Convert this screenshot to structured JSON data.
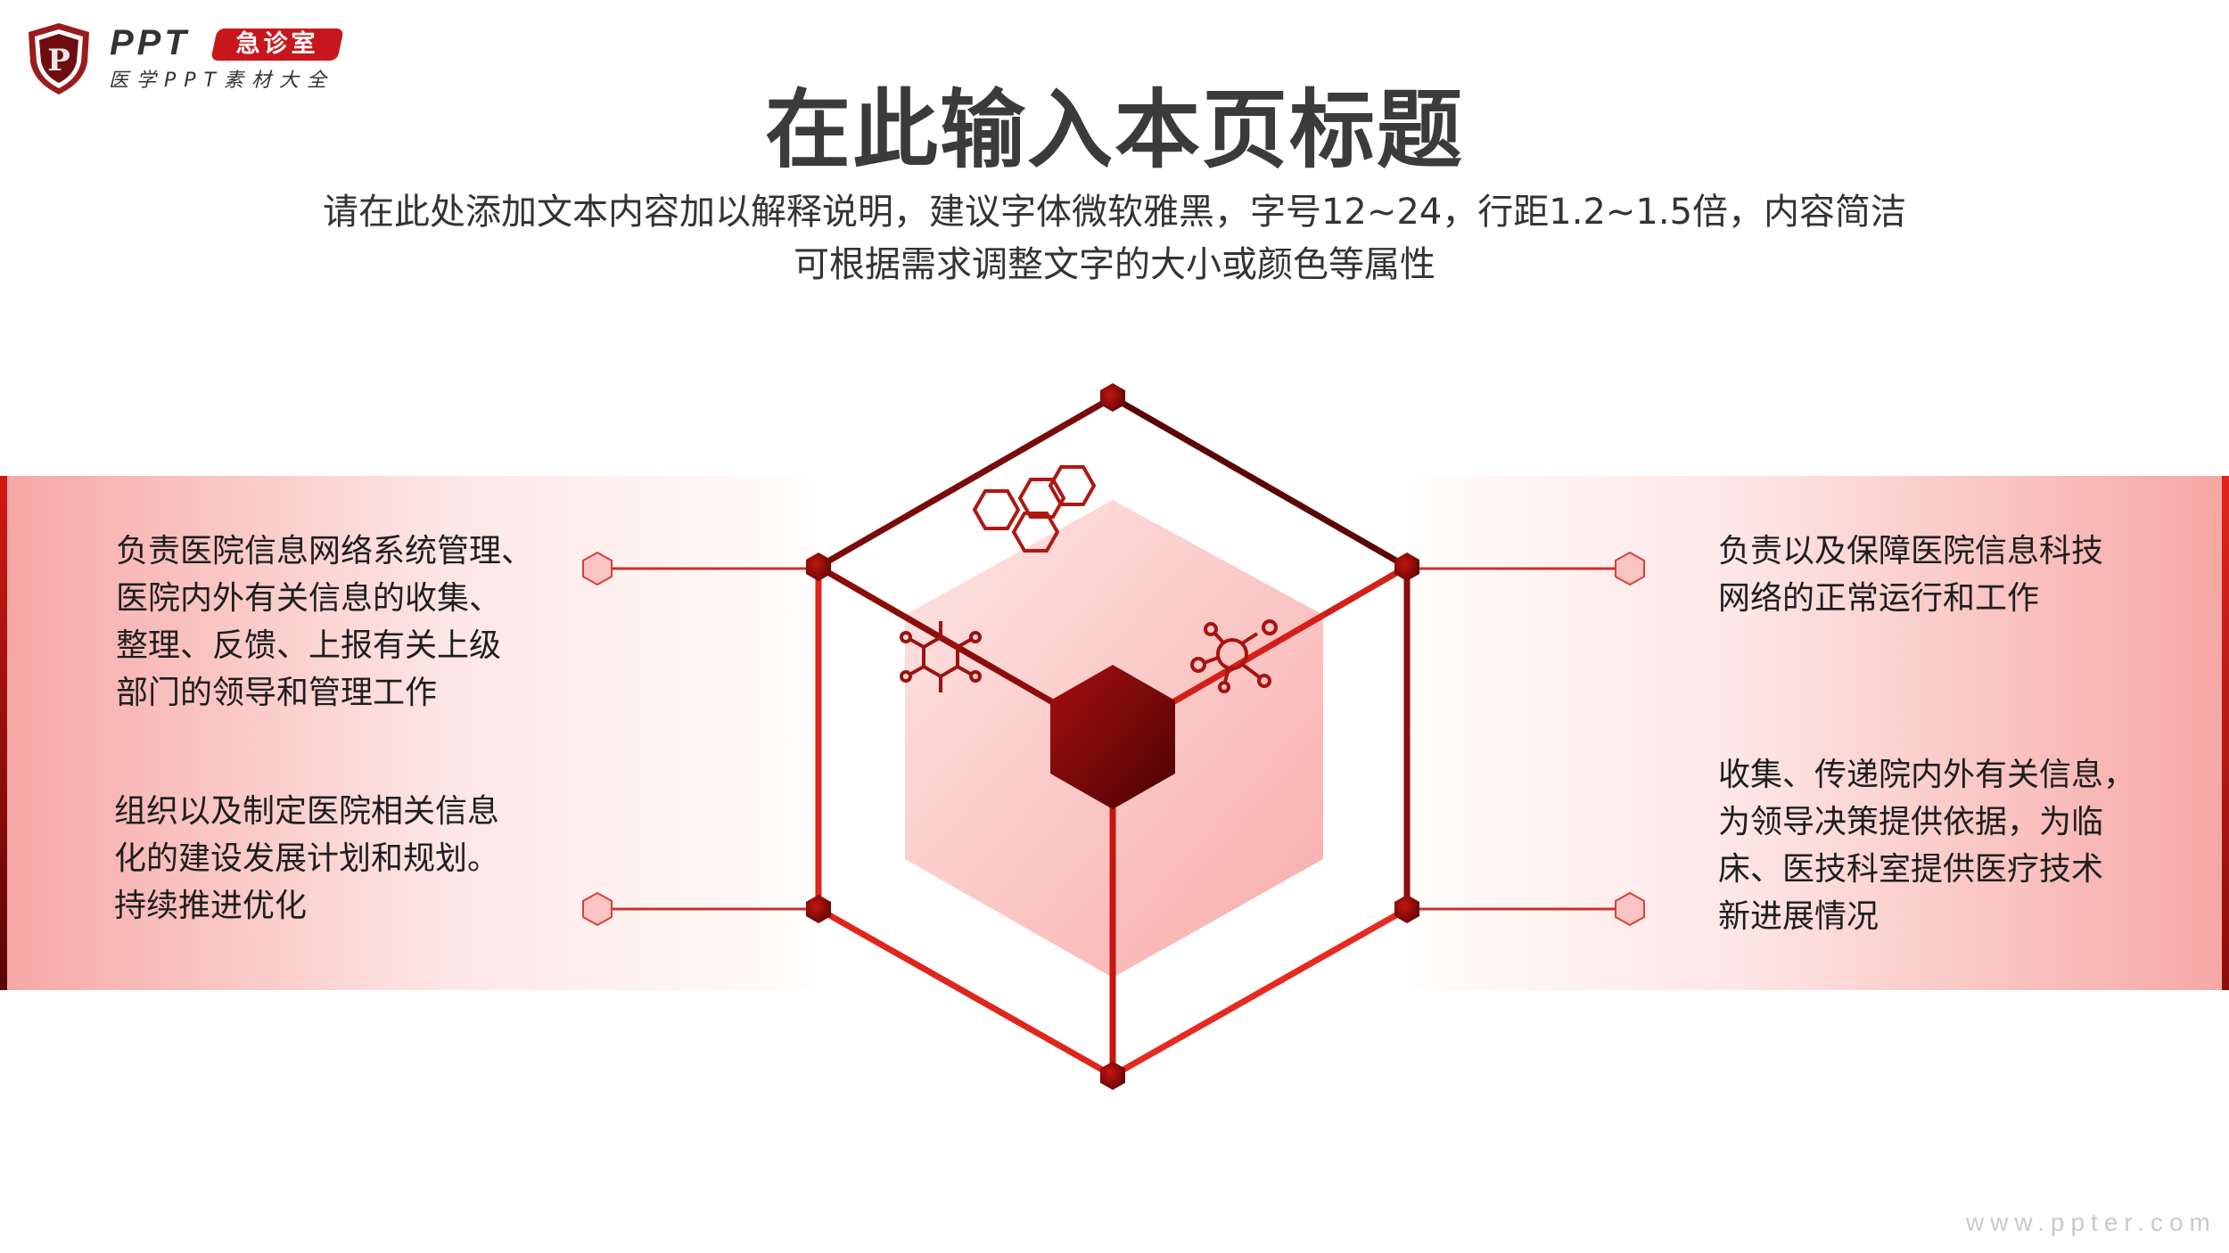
{
  "logo": {
    "brand": "PPT",
    "badge": "急诊室",
    "tagline": "医学PPT素材大全",
    "shield_letter": "P"
  },
  "header": {
    "title": "在此输入本页标题",
    "subtitle_lines": [
      "请在此处添加文本内容加以解释说明，建议字体微软雅黑，字号12~24，行距1.2~1.5倍，内容简洁",
      "可根据需求调整文字的大小或颜色等属性"
    ]
  },
  "left_items": [
    {
      "lines": [
        "负责医院信息网络系统管理、",
        "医院内外有关信息的收集、",
        "整理、反馈、上报有关上级",
        "部门的领导和管理工作"
      ]
    },
    {
      "lines": [
        "组织以及制定医院相关信息",
        "化的建设发展计划和规划。",
        "持续推进优化"
      ]
    }
  ],
  "right_items": [
    {
      "lines": [
        "负责以及保障医院信息科技",
        "网络的正常运行和工作"
      ]
    },
    {
      "lines": [
        "收集、传递院内外有关信息，",
        "为领导决策提供依据，为临",
        "床、医技科室提供医疗技术",
        "新进展情况"
      ]
    }
  ],
  "icons": [
    "hexagon-cluster-icon",
    "benzene-molecule-icon",
    "molecule-network-icon"
  ],
  "colors": {
    "accent": "#e0251c",
    "dark_red": "#6a0707",
    "band_pink": "#f6a7a5",
    "text": "#1e1e1e"
  },
  "watermark": "www.ppter.com"
}
